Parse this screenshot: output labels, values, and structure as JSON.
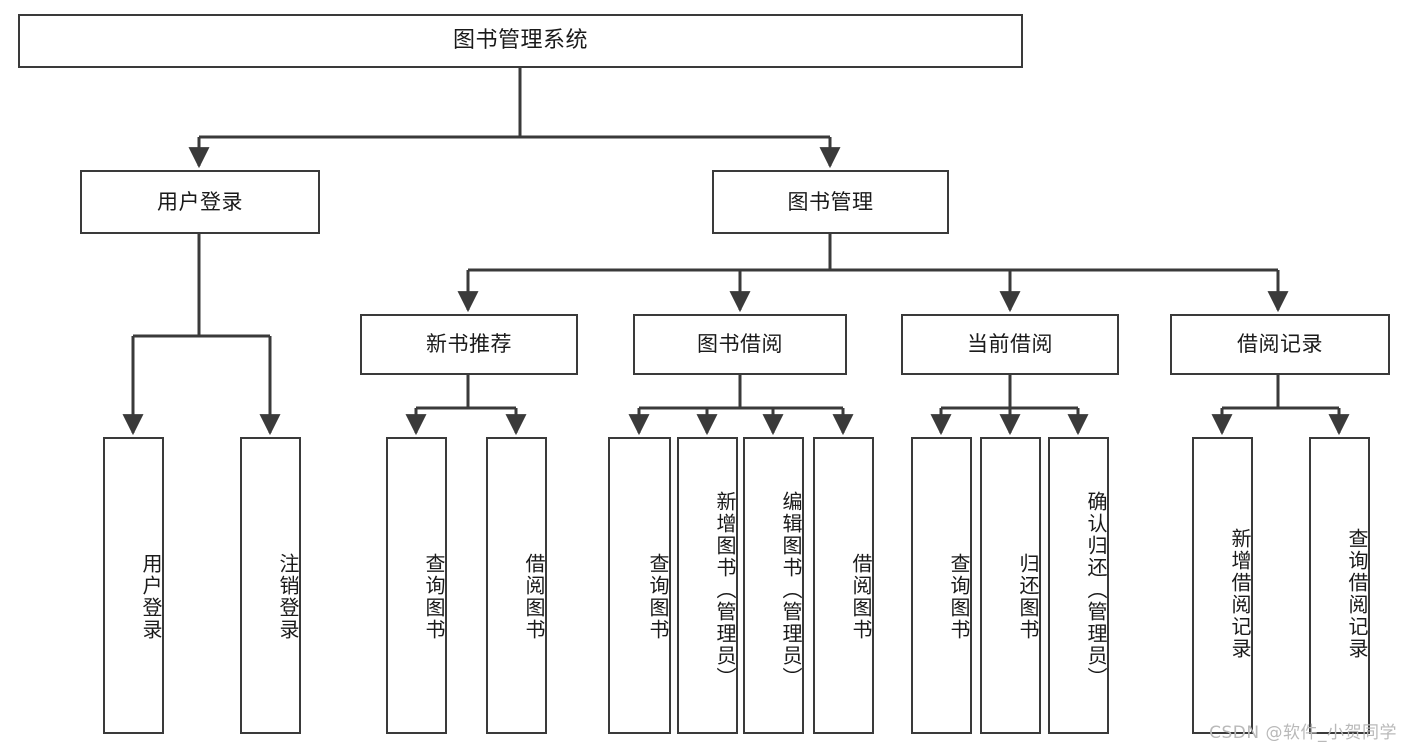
{
  "diagram": {
    "title": "图书管理系统",
    "type": "tree",
    "orientation": "top-down",
    "background_color": "#ffffff",
    "node_border_color": "#3a3a3a",
    "node_fill_color": "#ffffff",
    "edge_color": "#3a3a3a",
    "text_color": "#1a1a1a"
  },
  "nodes": {
    "root": {
      "id": "n-root",
      "label": "图书管理系统",
      "level": 0,
      "text_direction": "horizontal"
    },
    "level1": [
      {
        "id": "n-user-login",
        "label": "用户登录",
        "level": 1,
        "text_direction": "horizontal"
      },
      {
        "id": "n-book-manage",
        "label": "图书管理",
        "level": 1,
        "text_direction": "horizontal"
      }
    ],
    "level2": [
      {
        "id": "n-new-book-rec",
        "label": "新书推荐",
        "level": 2,
        "parent": "n-book-manage",
        "text_direction": "horizontal"
      },
      {
        "id": "n-book-borrow",
        "label": "图书借阅",
        "level": 2,
        "parent": "n-book-manage",
        "text_direction": "horizontal"
      },
      {
        "id": "n-current-borrow",
        "label": "当前借阅",
        "level": 2,
        "parent": "n-book-manage",
        "text_direction": "horizontal"
      },
      {
        "id": "n-borrow-record",
        "label": "借阅记录",
        "level": 2,
        "parent": "n-book-manage",
        "text_direction": "horizontal"
      }
    ],
    "leaves": [
      {
        "id": "l-user-login",
        "label": "用户登录",
        "parent": "n-user-login",
        "text_direction": "vertical"
      },
      {
        "id": "l-user-logout",
        "label": "注销登录",
        "parent": "n-user-login",
        "text_direction": "vertical"
      },
      {
        "id": "l-rec-query-book",
        "label": "查询图书",
        "parent": "n-new-book-rec",
        "text_direction": "vertical"
      },
      {
        "id": "l-rec-borrow-book",
        "label": "借阅图书",
        "parent": "n-new-book-rec",
        "text_direction": "vertical"
      },
      {
        "id": "l-br-query-book",
        "label": "查询图书",
        "parent": "n-book-borrow",
        "text_direction": "vertical"
      },
      {
        "id": "l-br-add-book",
        "label": "新增图书（管理员）",
        "parent": "n-book-borrow",
        "text_direction": "vertical"
      },
      {
        "id": "l-br-edit-book",
        "label": "编辑图书（管理员）",
        "parent": "n-book-borrow",
        "text_direction": "vertical"
      },
      {
        "id": "l-br-borrow-book",
        "label": "借阅图书",
        "parent": "n-book-borrow",
        "text_direction": "vertical"
      },
      {
        "id": "l-cb-query-book",
        "label": "查询图书",
        "parent": "n-current-borrow",
        "text_direction": "vertical"
      },
      {
        "id": "l-cb-return-book",
        "label": "归还图书",
        "parent": "n-current-borrow",
        "text_direction": "vertical"
      },
      {
        "id": "l-cb-confirm-return",
        "label": "确认归还（管理员）",
        "parent": "n-current-borrow",
        "text_direction": "vertical"
      },
      {
        "id": "l-rec-add-record",
        "label": "新增借阅记录",
        "parent": "n-borrow-record",
        "text_direction": "vertical"
      },
      {
        "id": "l-rec-query-record",
        "label": "查询借阅记录",
        "parent": "n-borrow-record",
        "text_direction": "vertical"
      }
    ]
  },
  "watermark": {
    "text": "CSDN @软件_小贺同学"
  }
}
